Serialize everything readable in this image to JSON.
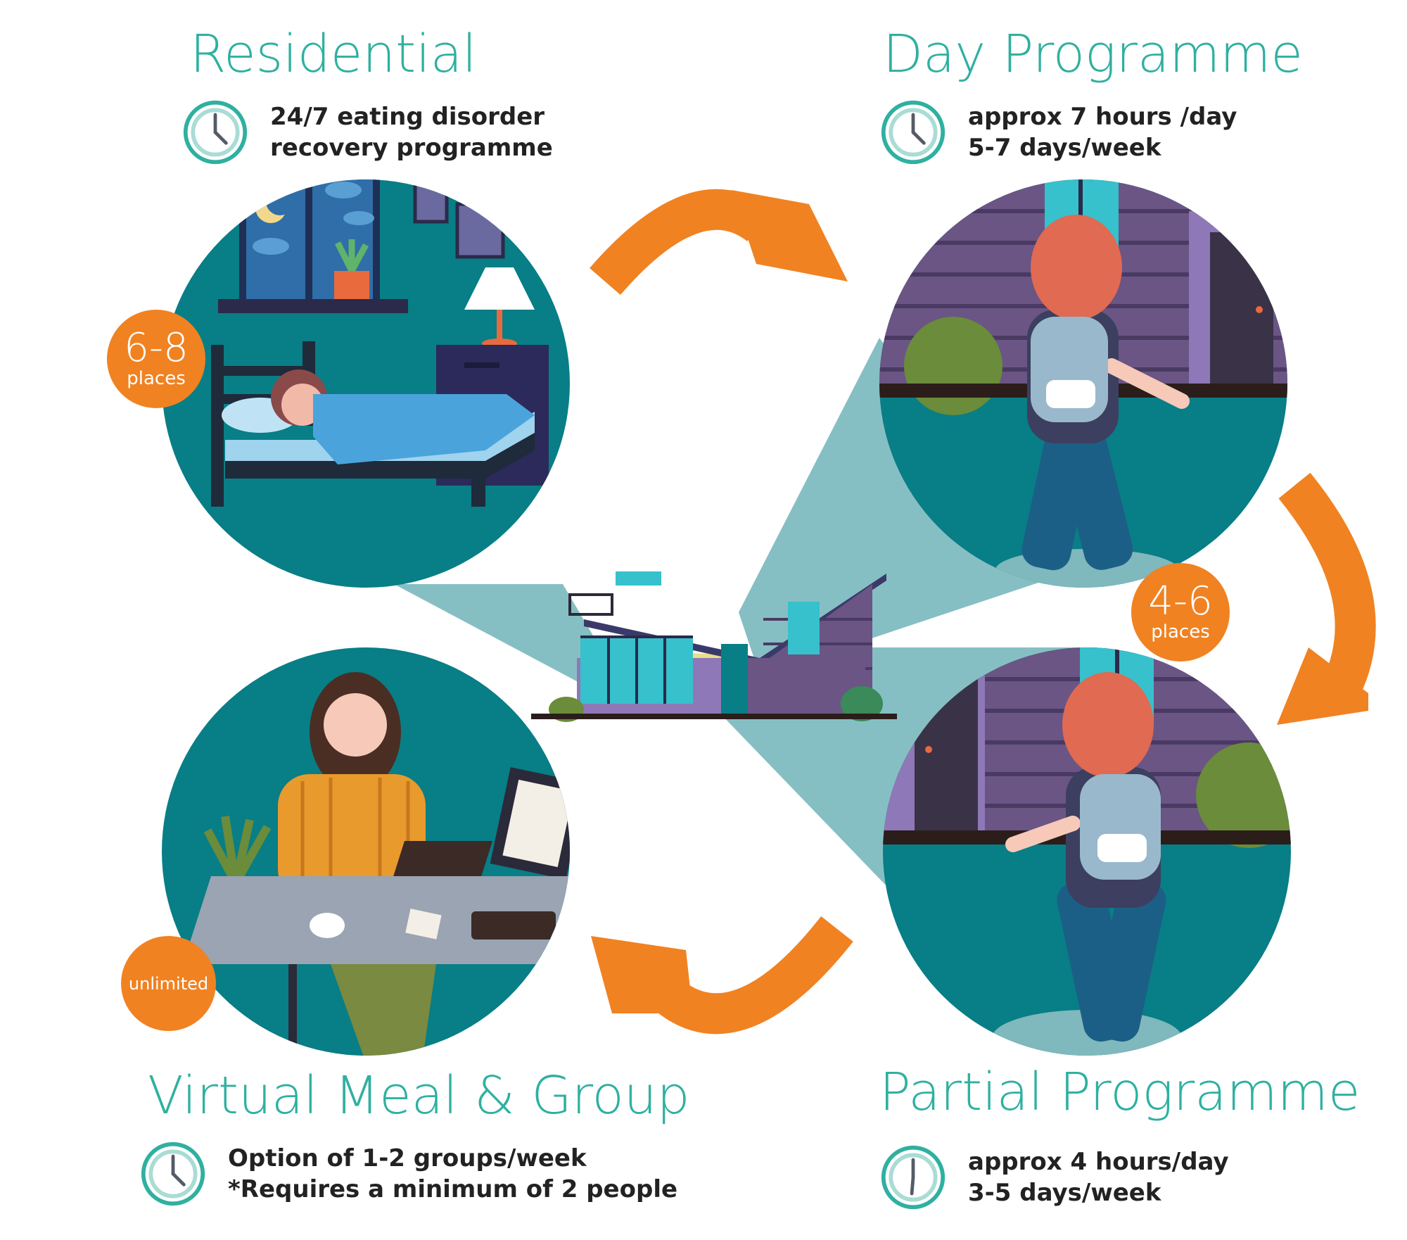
{
  "colors": {
    "teal_title": "#2fb0a0",
    "scene_teal": "#087e86",
    "orange": "#f08222",
    "beam": "#86bfc3",
    "purple": "#6a5585",
    "text_dark": "#222222"
  },
  "icons": {
    "timer": "clock-icon",
    "flow": "curved-arrow-icon",
    "center": "house-icon"
  },
  "sections": {
    "residential": {
      "title": "Residential",
      "lines": [
        "24/7 eating disorder",
        "recovery programme"
      ],
      "badge": {
        "number": "6-8",
        "unit": "places"
      }
    },
    "day": {
      "title": "Day Programme",
      "lines": [
        "approx 7 hours /day",
        "5-7 days/week"
      ]
    },
    "partial": {
      "title": "Partial Programme",
      "lines": [
        "approx 4 hours/day",
        "3-5 days/week"
      ],
      "badge": {
        "number": "4-6",
        "unit": "places"
      }
    },
    "virtual": {
      "title": "Virtual Meal & Group",
      "lines": [
        "Option of 1-2 groups/week",
        "*Requires a minimum of 2 people"
      ],
      "badge": {
        "label": "unlimited"
      }
    }
  }
}
